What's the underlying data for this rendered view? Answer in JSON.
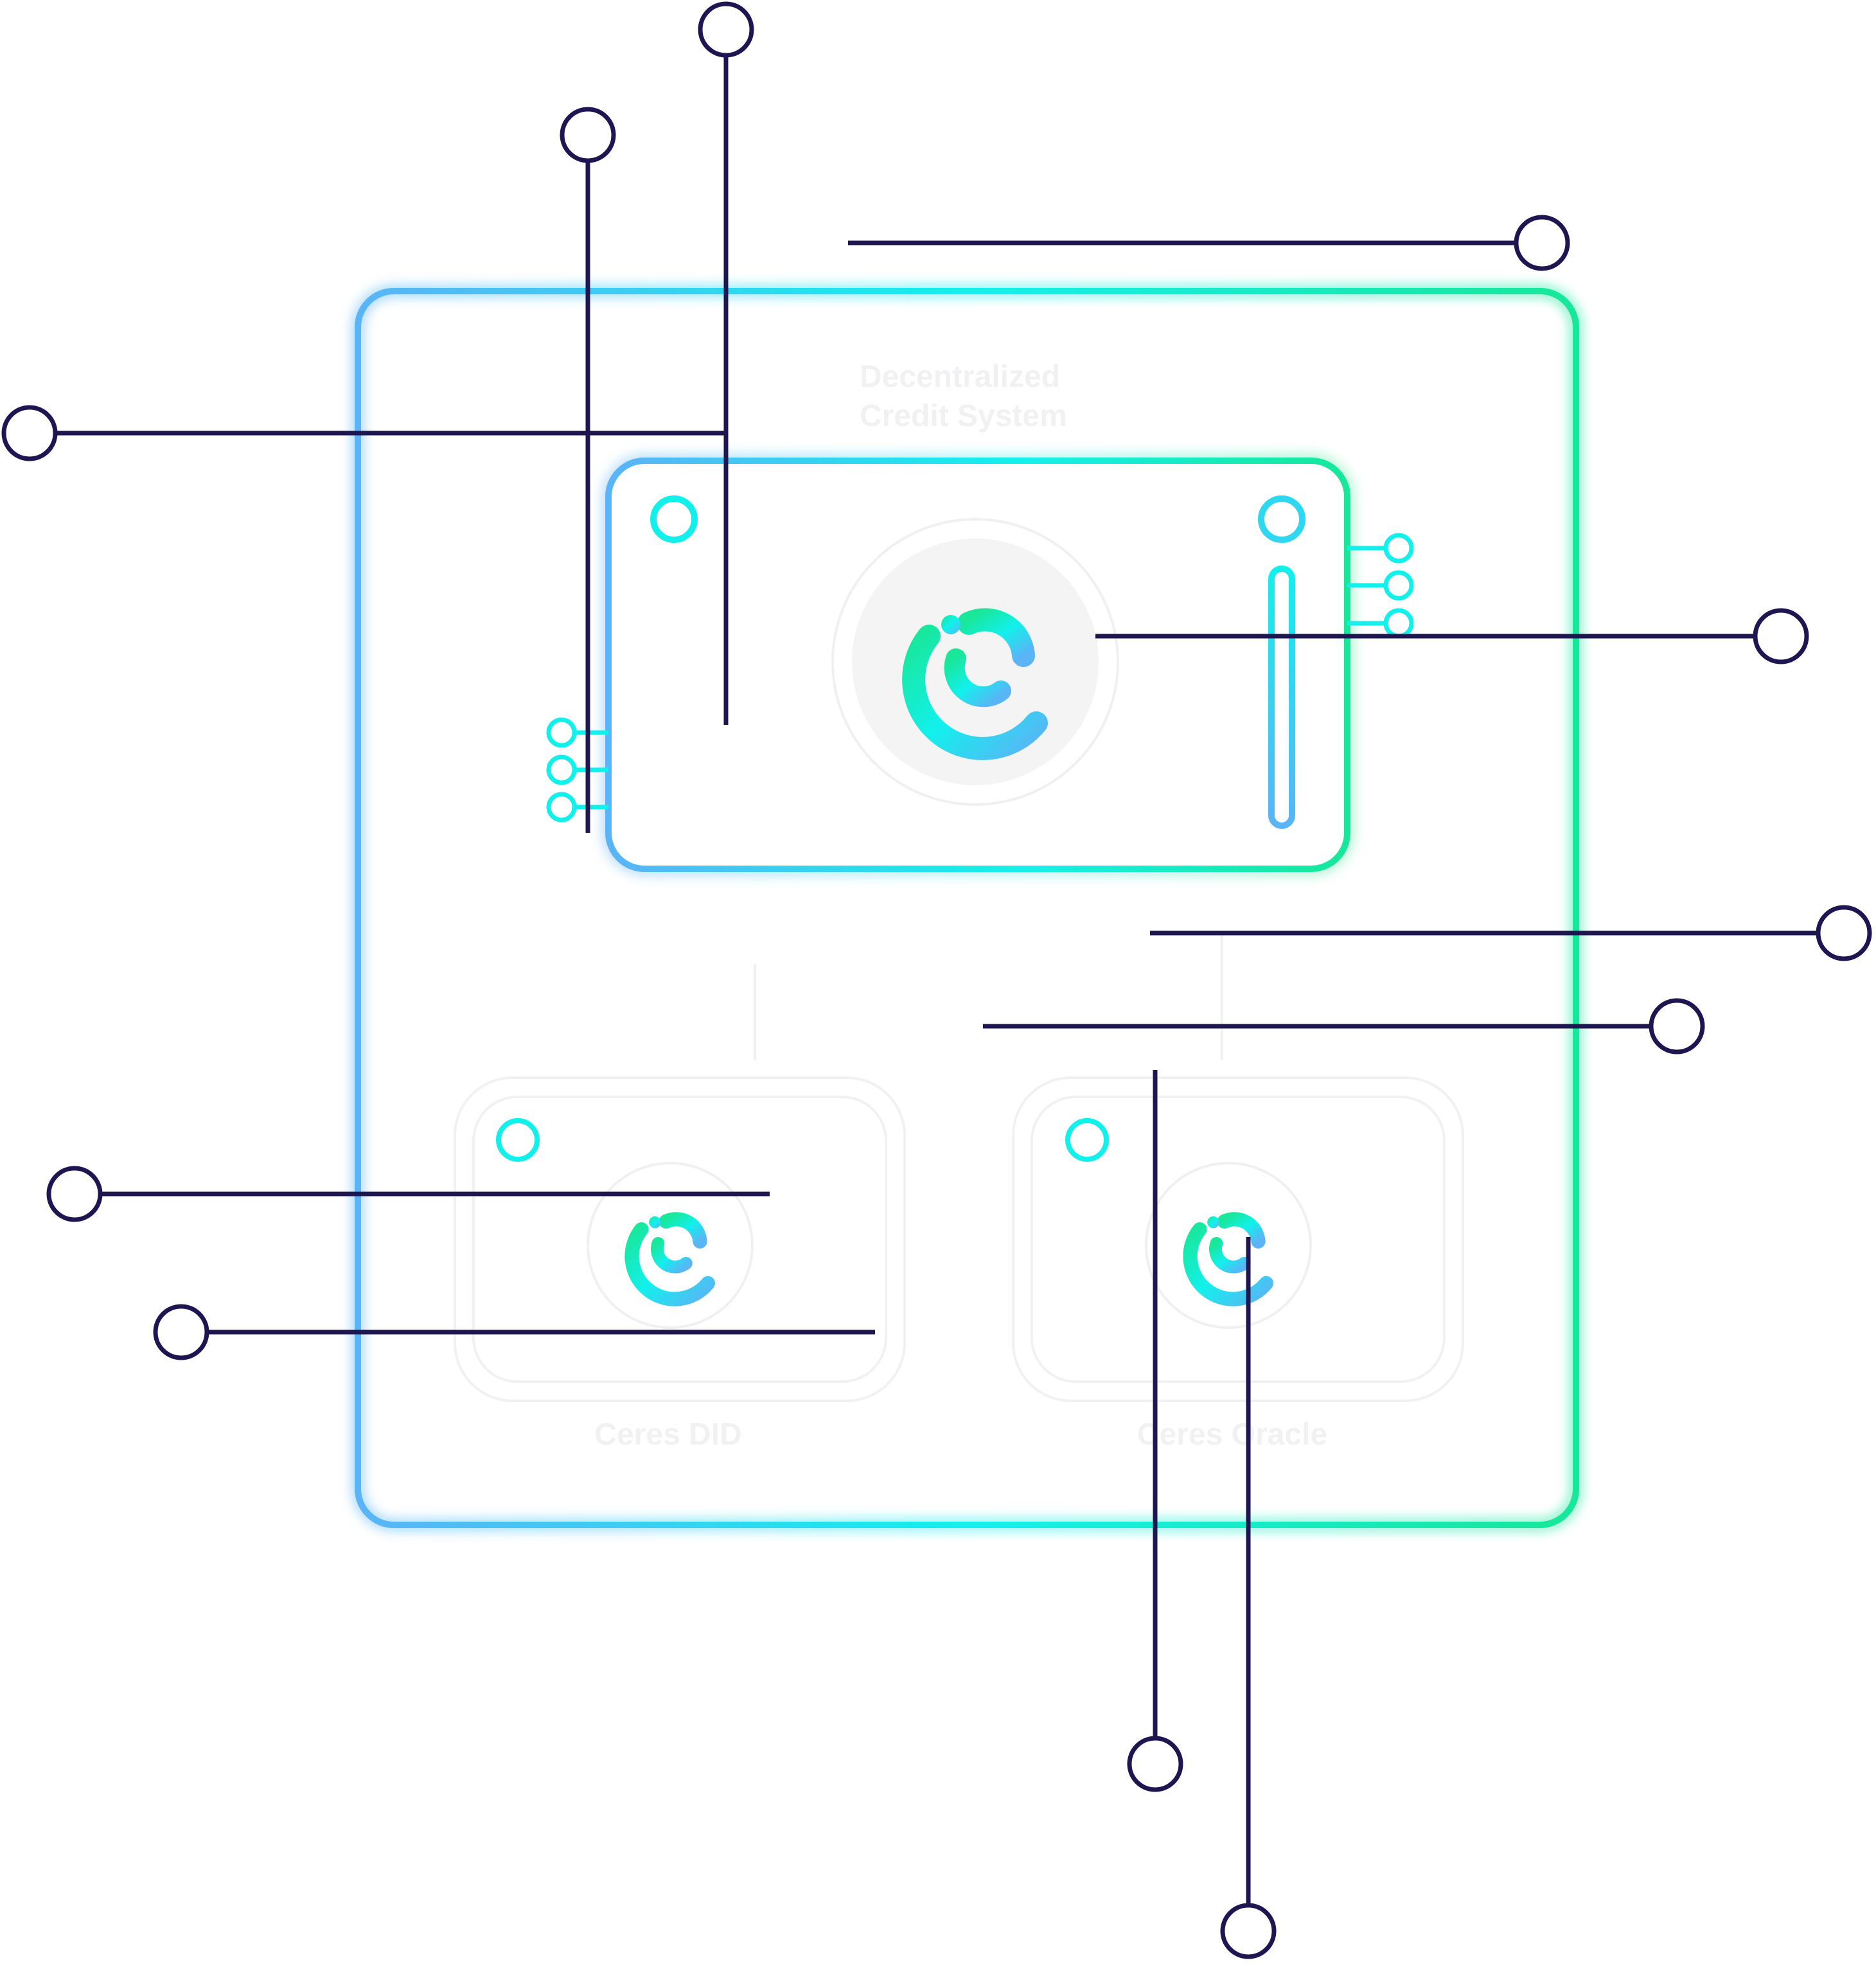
{
  "colors": {
    "wire": "#1e1650",
    "gradient_start": "#5ab4f6",
    "gradient_mid": "#12f0ec",
    "gradient_end": "#19e79a",
    "ghost_text": "#f1f1f3",
    "ghost_circle": "#f4f4f5"
  },
  "diagram": {
    "title_line1": "Decentralized",
    "title_line2": "Credit System",
    "modules": [
      {
        "label": "Ceres DID",
        "icon": "ceres-logo-icon"
      },
      {
        "label": "Ceres Oracle",
        "icon": "ceres-logo-icon"
      }
    ]
  }
}
